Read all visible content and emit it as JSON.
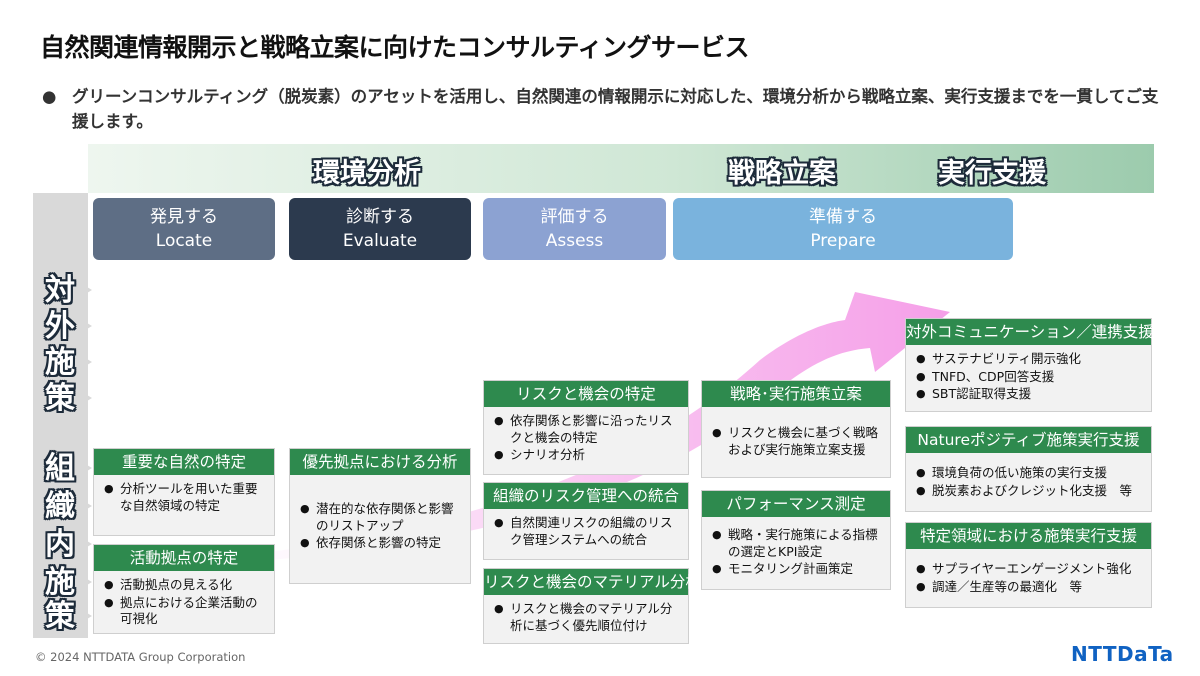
{
  "title": "自然関連情報開示と戦略立案に向けたコンサルティングサービス",
  "bullet": {
    "symbol": "●",
    "text": "グリーンコンサルティング（脱炭素）のアセットを活用し、自然関連の情報開示に対応した、環境分析から戦略立案、実行支援までを一貫してご支援します。"
  },
  "phases": {
    "analysis": "環境分析",
    "strategy": "戦略立案",
    "execution": "実行支援"
  },
  "axis": {
    "external": [
      "対",
      "外",
      "施",
      "策"
    ],
    "internal": [
      "組",
      "織",
      "内",
      "施",
      "策"
    ]
  },
  "stages": [
    {
      "jp": "発見する",
      "en": "Locate",
      "color": "#5e6e85"
    },
    {
      "jp": "診断する",
      "en": "Evaluate",
      "color": "#2c3a4e"
    },
    {
      "jp": "評価する",
      "en": "Assess",
      "color": "#8ca2d2"
    },
    {
      "jp": "準備する",
      "en": "Prepare",
      "color": "#7ab3dd"
    }
  ],
  "cards": {
    "nature": {
      "title": "重要な自然の特定",
      "items": [
        "分析ツールを用いた重要な自然領域の特定"
      ]
    },
    "site": {
      "title": "活動拠点の特定",
      "items": [
        "活動拠点の見える化",
        "拠点における企業活動の可視化"
      ]
    },
    "priority": {
      "title": "優先拠点における分析",
      "items": [
        "潜在的な依存関係と影響のリストアップ",
        "依存関係と影響の特定"
      ]
    },
    "risk": {
      "title": "リスクと機会の特定",
      "items": [
        "依存関係と影響に沿ったリスクと機会の特定",
        "シナリオ分析"
      ]
    },
    "integration": {
      "title": "組織のリスク管理への統合",
      "items": [
        "自然関連リスクの組織のリスク管理システムへの統合"
      ]
    },
    "material": {
      "title": "リスクと機会のマテリアル分析",
      "items": [
        "リスクと機会のマテリアル分析に基づく優先順位付け"
      ]
    },
    "plan": {
      "title": "戦略･実行施策立案",
      "items": [
        "リスクと機会に基づく戦略および実行施策立案支援"
      ]
    },
    "performance": {
      "title": "パフォーマンス測定",
      "items": [
        "戦略・実行施策による指標の選定とKPI設定",
        "モニタリング計画策定"
      ]
    },
    "communication": {
      "title": "対外コミュニケーション／連携支援",
      "items": [
        "サステナビリティ開示強化",
        "TNFD、CDP回答支援",
        "SBT認証取得支援"
      ]
    },
    "positive": {
      "title": "Natureポジティブ施策実行支援",
      "items": [
        "環境負荷の低い施策の実行支援",
        "脱炭素およびクレジット化支援　等"
      ]
    },
    "specific": {
      "title": "特定領域における施策実行支援",
      "items": [
        "サプライヤーエンゲージメント強化",
        "調達／生産等の最適化　等"
      ]
    }
  },
  "footer": "© 2024 NTTDATA Group Corporation",
  "logo": "NTTDaTa",
  "colors": {
    "card_header": "#2e8a4e",
    "arrow": "#f59fe8",
    "band_green": "#9ccbad",
    "logo_blue": "#1062c2"
  }
}
